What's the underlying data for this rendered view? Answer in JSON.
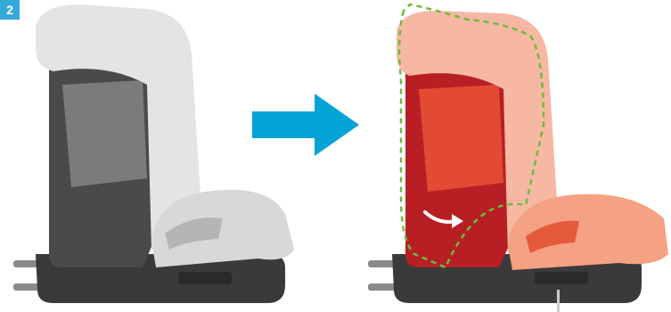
{
  "badge": {
    "label": "2",
    "color": "#37a9d8"
  },
  "figure": {
    "before": {
      "icon": "car-seat-original-grey"
    },
    "transition": {
      "icon": "right-arrow-icon",
      "color": "#05a4d6"
    },
    "after": {
      "icon": "car-seat-adjusted-red",
      "outline_icon": "dashed-outline-icon",
      "outline_color": "#6dbb3c",
      "motion_icon": "curved-arrow-icon"
    }
  }
}
